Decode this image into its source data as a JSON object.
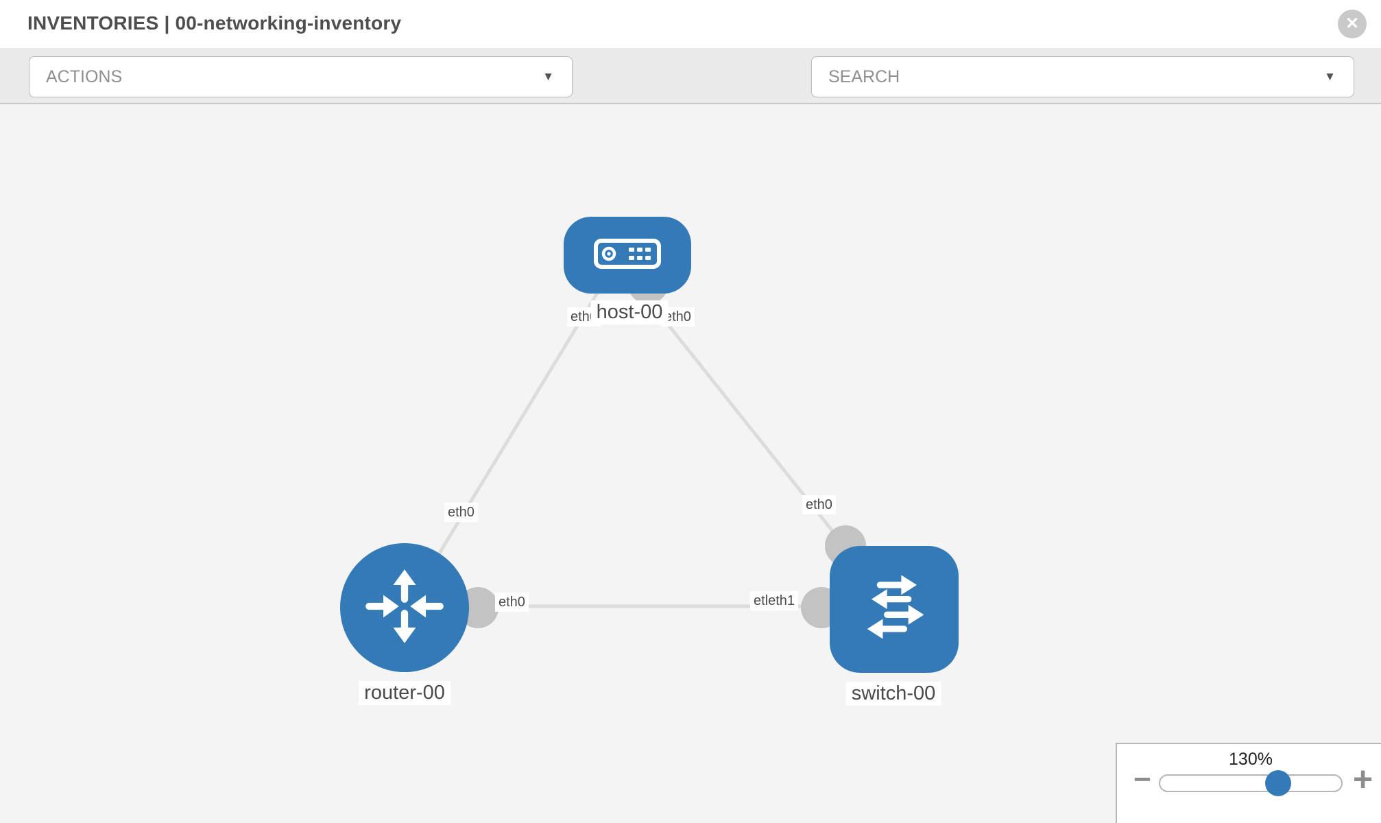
{
  "header": {
    "title": "INVENTORIES | 00-networking-inventory",
    "close_glyph": "✕"
  },
  "toolbar": {
    "actions_dropdown": {
      "label": "ACTIONS",
      "caret_glyph": "▼"
    },
    "search_dropdown": {
      "placeholder": "SEARCH",
      "caret_glyph": "▼"
    },
    "wrench_icon": "wrench",
    "key_icon": "key"
  },
  "colors": {
    "node_blue": "#337ab7",
    "link_gray": "#dcdcdc",
    "connector_gray": "#c3c3c3",
    "canvas_bg": "#f4f4f4",
    "toolbar_bg": "#eaeaea"
  },
  "topology": {
    "nodes": [
      {
        "id": "host-00",
        "type": "host",
        "label": "host-00"
      },
      {
        "id": "router-00",
        "type": "router",
        "label": "router-00"
      },
      {
        "id": "switch-00",
        "type": "switch",
        "label": "switch-00"
      }
    ],
    "links": [
      {
        "from": "host-00",
        "to": "router-00",
        "source_port": "eth0",
        "target_port": "eth0"
      },
      {
        "from": "host-00",
        "to": "switch-00",
        "source_port": "eth0",
        "target_port": "eth0"
      },
      {
        "from": "router-00",
        "to": "switch-00",
        "source_port": "eth0",
        "target_port": "eth1",
        "target_port_display": "etleth1"
      }
    ]
  },
  "zoom_control": {
    "value_label": "130%",
    "percent": 130,
    "minus_glyph": "−",
    "plus_glyph": "+"
  }
}
